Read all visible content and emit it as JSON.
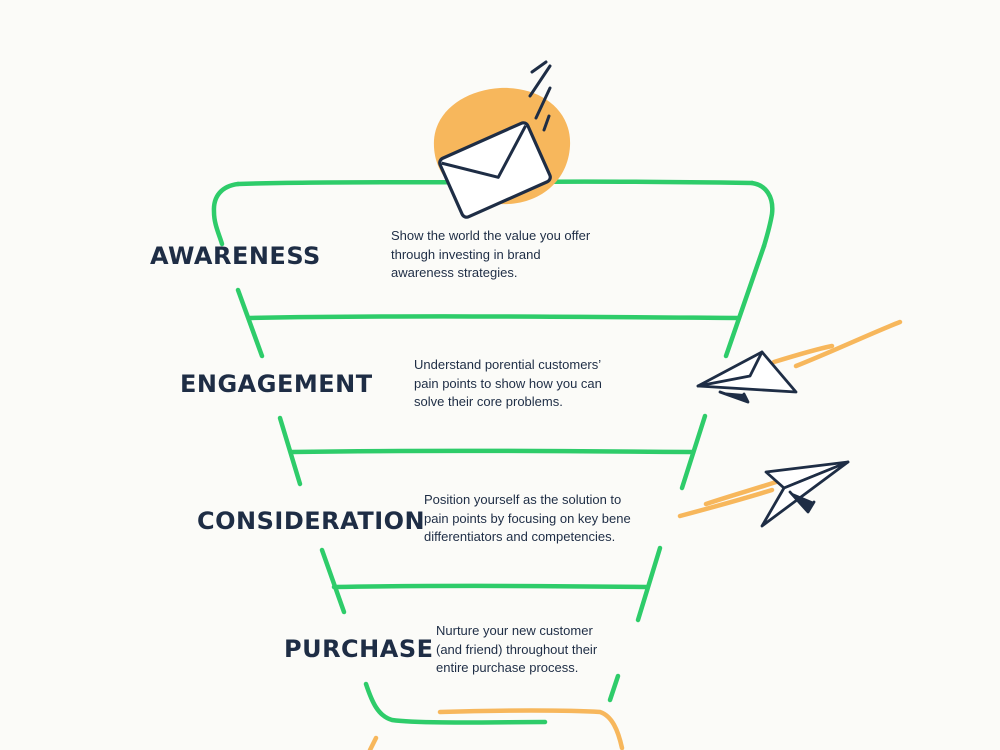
{
  "stages": [
    {
      "title": "AWARENESS",
      "lines": [
        "Show the world the value you offer",
        "through investing in brand",
        "awareness strategies."
      ]
    },
    {
      "title": "ENGAGEMENT",
      "lines": [
        "Understand porential customers’",
        "pain points to show how you can",
        "solve their core problems."
      ]
    },
    {
      "title": "CONSIDERATION",
      "lines": [
        "Position yourself as the solution to",
        "pain points by focusing on key bene",
        "differentiators and competencies."
      ]
    },
    {
      "title": "PURCHASE",
      "lines": [
        "Nurture your new customer",
        "(and friend) throughout their",
        "entire purchase process."
      ]
    }
  ],
  "icons": [
    "envelope-icon",
    "paper-plane-icon",
    "paper-plane-icon"
  ],
  "colors": {
    "funnel": "#2ecc6a",
    "accent": "#f7b75c",
    "ink": "#1e2d45",
    "background": "#fbfbf8"
  }
}
